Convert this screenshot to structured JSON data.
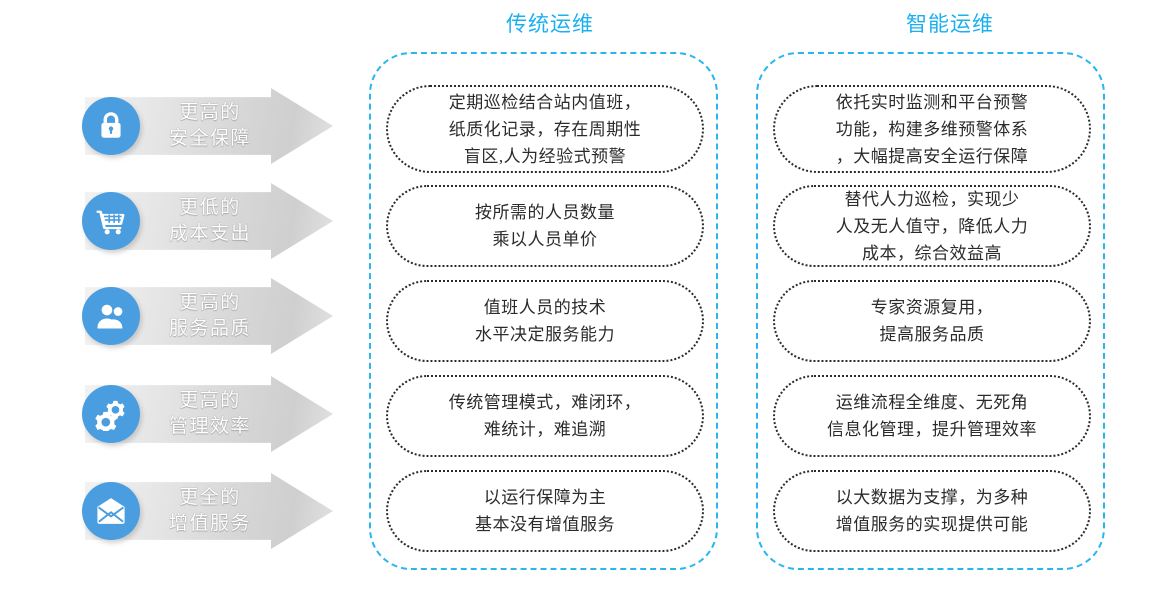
{
  "colors": {
    "accent_blue": "#29b6ef",
    "header_blue": "#1ab0f0",
    "icon_circle_blue": "#4a9ee0",
    "card_border": "#2b2b2b",
    "arrow_gray_light": "#f2f2f2",
    "arrow_gray_dark": "#cfcfcf",
    "label_text": "#ffffff"
  },
  "arrows": [
    {
      "icon": "lock-icon",
      "line1": "更高的",
      "line2": "安全保障"
    },
    {
      "icon": "shopping-cart-icon",
      "line1": "更低的",
      "line2": "成本支出"
    },
    {
      "icon": "users-icon",
      "line1": "更高的",
      "line2": "服务品质"
    },
    {
      "icon": "gears-icon",
      "line1": "更高的",
      "line2": "管理效率"
    },
    {
      "icon": "envelope-icon",
      "line1": "更全的",
      "line2": "增值服务"
    }
  ],
  "columns": [
    {
      "header": "传统运维",
      "cards": [
        {
          "lines": [
            "定期巡检结合站内值班，",
            "纸质化记录，存在周期性",
            "盲区,人为经验式预警"
          ]
        },
        {
          "lines": [
            "按所需的人员数量",
            "乘以人员单价"
          ]
        },
        {
          "lines": [
            "值班人员的技术",
            "水平决定服务能力"
          ]
        },
        {
          "lines": [
            "传统管理模式，难闭环，",
            "难统计，难追溯"
          ]
        },
        {
          "lines": [
            "以运行保障为主",
            "基本没有增值服务"
          ]
        }
      ]
    },
    {
      "header": "智能运维",
      "cards": [
        {
          "lines": [
            "依托实时监测和平台预警",
            "功能，构建多维预警体系",
            "，大幅提高安全运行保障"
          ]
        },
        {
          "lines": [
            "替代人力巡检，实现少",
            "人及无人值守，降低人力",
            "成本，综合效益高"
          ]
        },
        {
          "lines": [
            "专家资源复用，",
            "提高服务品质"
          ]
        },
        {
          "lines": [
            "运维流程全维度、无死角",
            "信息化管理，提升管理效率"
          ]
        },
        {
          "lines": [
            "以大数据为支撑，为多种",
            "增值服务的实现提供可能"
          ]
        }
      ]
    }
  ]
}
